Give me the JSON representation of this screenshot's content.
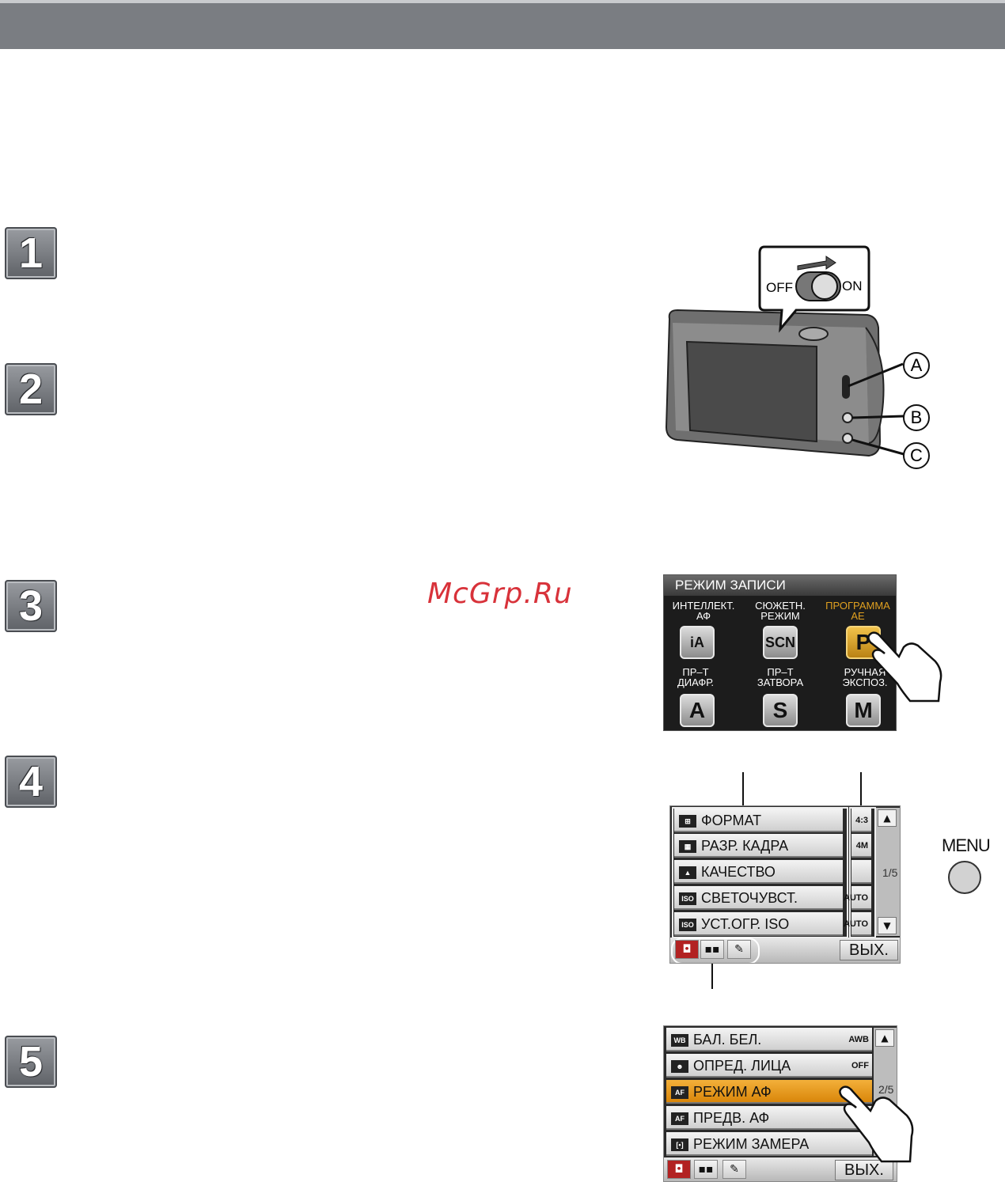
{
  "steps": [
    "1",
    "2",
    "3",
    "4",
    "5"
  ],
  "watermark": "McGrp.Ru",
  "camera": {
    "switch_off": "OFF",
    "switch_on": "ON",
    "callouts": [
      "A",
      "B",
      "C"
    ]
  },
  "mode_screen": {
    "title": "РЕЖИМ ЗАПИСИ",
    "modes": [
      {
        "label1": "ИНТЕЛЛЕКТ.",
        "label2": "АФ",
        "icon": "iA"
      },
      {
        "label1": "СЮЖЕТН.",
        "label2": "РЕЖИМ",
        "icon": "SCN"
      },
      {
        "label1": "ПРОГРАММА",
        "label2": "АЕ",
        "icon": "P"
      },
      {
        "label1": "ПР–Т",
        "label2": "ДИАФР.",
        "icon": "A"
      },
      {
        "label1": "ПР–Т",
        "label2": "ЗАТВОРА",
        "icon": "S"
      },
      {
        "label1": "РУЧНАЯ",
        "label2": "ЭКСПОЗ.",
        "icon": "M"
      }
    ]
  },
  "menu1": {
    "rows": [
      {
        "label": "ФОРМАТ",
        "value": "4:3"
      },
      {
        "label": "РАЗР. КАДРА",
        "value": "4M"
      },
      {
        "label": "КАЧЕСТВО",
        "value": ""
      },
      {
        "label": "СВЕТОЧУВСТ.",
        "value": "AUTO"
      },
      {
        "label": "УСТ.ОГР. ISO",
        "value": "AUTO"
      }
    ],
    "page": "1/5",
    "exit": "ВЫХ."
  },
  "menu_button": {
    "label": "MENU"
  },
  "menu2": {
    "rows": [
      {
        "label": "БАЛ. БЕЛ.",
        "value": "AWB"
      },
      {
        "label": "ОПРЕД. ЛИЦА",
        "value": "OFF"
      },
      {
        "label": "РЕЖИМ АФ",
        "value": ""
      },
      {
        "label": "ПРЕДВ. АФ",
        "value": ""
      },
      {
        "label": "РЕЖИМ ЗАМЕРА",
        "value": ""
      }
    ],
    "page": "2/5",
    "exit": "ВЫХ."
  }
}
